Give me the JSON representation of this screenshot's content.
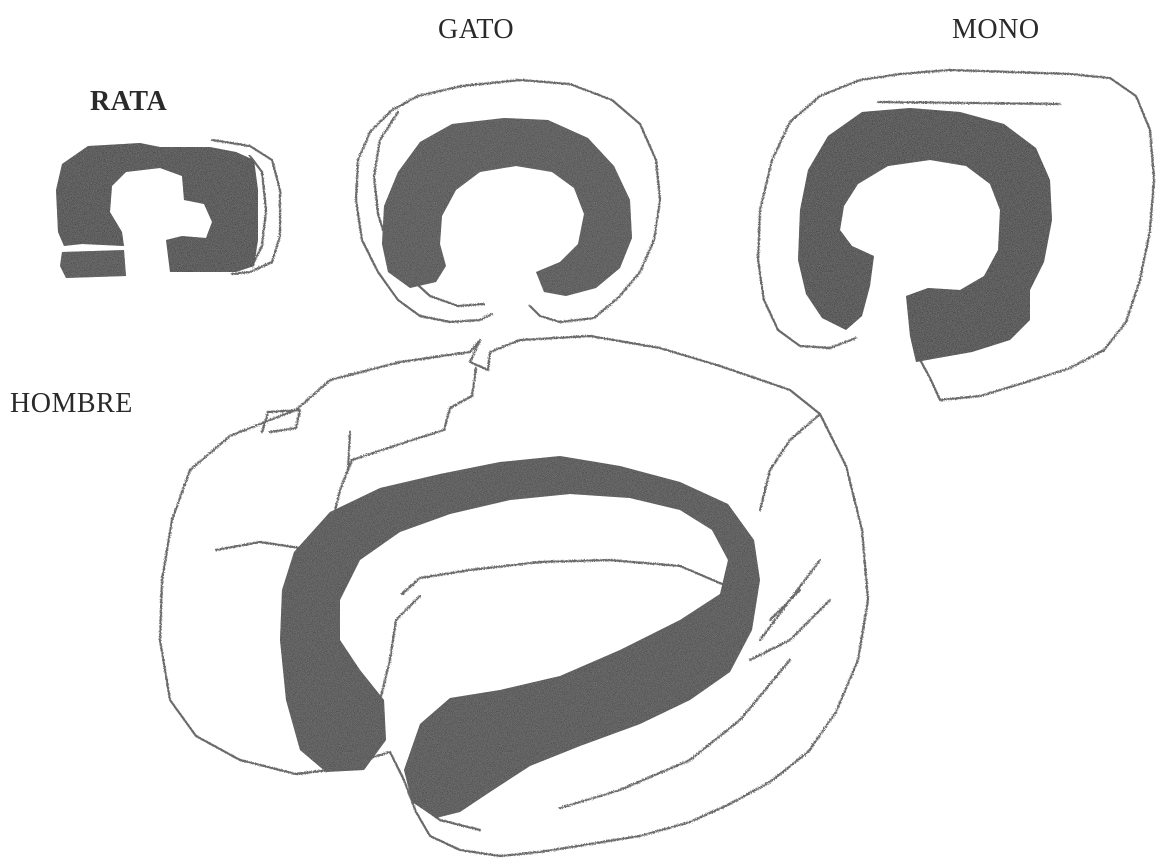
{
  "labels": {
    "rata": "RATA",
    "gato": "GATO",
    "mono": "MONO",
    "hombre": "HOMBRE"
  },
  "colors": {
    "hippocampus_dark": "#333333",
    "hippocampus_mid": "#4a4a4a",
    "outline": "#6a6a6a",
    "text": "#2a2a2a",
    "background": "#ffffff"
  }
}
